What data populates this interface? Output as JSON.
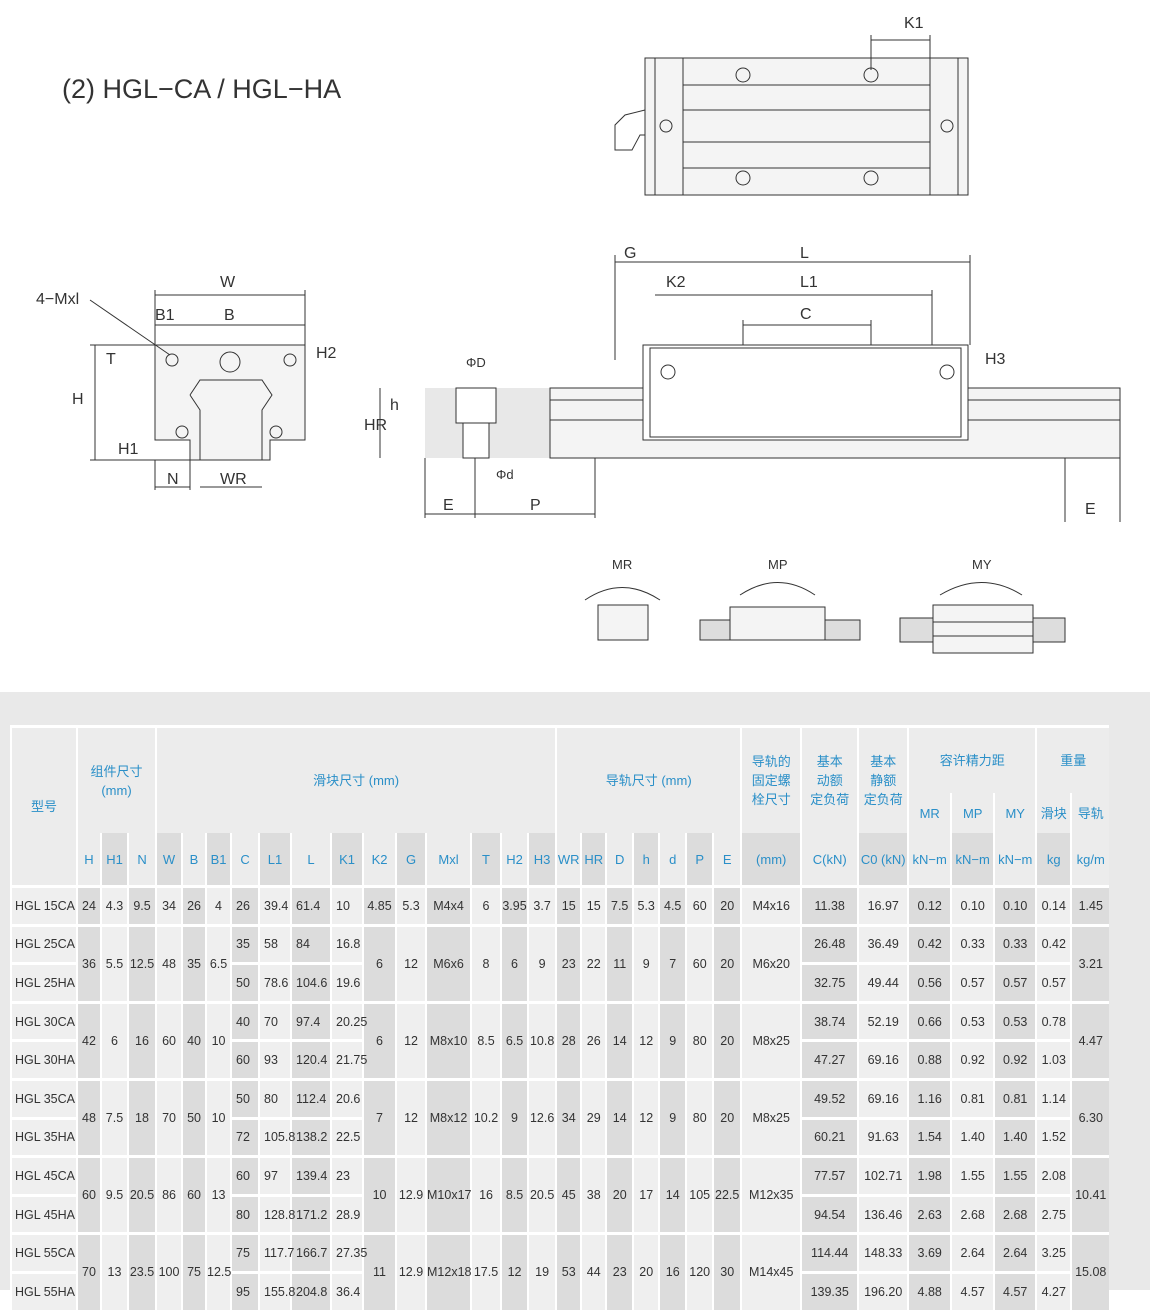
{
  "title": "(2)  HGL−CA / HGL−HA",
  "drawing_labels": {
    "k1": "K1",
    "mxl": "4−Mxl",
    "w": "W",
    "b1": "B1",
    "b": "B",
    "t": "T",
    "h2": "H2",
    "h": "H",
    "h1": "H1",
    "n": "N",
    "wr": "WR",
    "g": "G",
    "l": "L",
    "k2": "K2",
    "l1": "L1",
    "c": "C",
    "h3": "H3",
    "phi_d_big": "ΦD",
    "h_small": "h",
    "hr": "HR",
    "phi_d_small": "Φd",
    "e_left": "E",
    "p": "P",
    "e_right": "E",
    "mr": "MR",
    "mp": "MP",
    "my": "MY"
  },
  "table": {
    "header": {
      "model": "型号",
      "assembly": "组件尺寸\n(mm)",
      "block": "滑块尺寸 (mm)",
      "rail": "导轨尺寸 (mm)",
      "bolt": "导轨的\n固定螺\n栓尺寸",
      "dynamic": "基本\n动额\n定负荷",
      "static": "基本\n静额\n定负荷",
      "moment": "容许精力距",
      "weight": "重量",
      "moment_cols": [
        "MR",
        "MP",
        "MY"
      ],
      "weight_cols": [
        "滑块",
        "导轨"
      ],
      "columns": [
        "H",
        "H1",
        "N",
        "W",
        "B",
        "B1",
        "C",
        "L1",
        "L",
        "K1",
        "K2",
        "G",
        "Mxl",
        "T",
        "H2",
        "H3",
        "WR",
        "HR",
        "D",
        "h",
        "d",
        "P",
        "E",
        "(mm)",
        "C(kN)",
        "C0 (kN)",
        "kN−m",
        "kN−m",
        "kN−m",
        "kg",
        "kg/m"
      ]
    },
    "groups": [
      {
        "shared": {
          "H": "24",
          "H1": "4.3",
          "N": "9.5",
          "W": "34",
          "B": "26",
          "B1": "4",
          "K2": "4.85",
          "G": "5.3",
          "Mxl": "M4x4",
          "T": "6",
          "H2": "3.95",
          "H3": "3.7",
          "WR": "15",
          "HR": "15",
          "D": "7.5",
          "h": "5.3",
          "d": "4.5",
          "P": "60",
          "E": "20",
          "bolt": "M4x16",
          "rail_kg": "1.45"
        },
        "rows": [
          {
            "model": "HGL 15CA",
            "C": "26",
            "L1": "39.4",
            "L": "61.4",
            "K1": "10",
            "Cdyn": "11.38",
            "C0": "16.97",
            "MR": "0.12",
            "MP": "0.10",
            "MY": "0.10",
            "block_kg": "0.14"
          }
        ]
      },
      {
        "shared": {
          "H": "36",
          "H1": "5.5",
          "N": "12.5",
          "W": "48",
          "B": "35",
          "B1": "6.5",
          "K2": "6",
          "G": "12",
          "Mxl": "M6x6",
          "T": "8",
          "H2": "6",
          "H3": "9",
          "WR": "23",
          "HR": "22",
          "D": "11",
          "h": "9",
          "d": "7",
          "P": "60",
          "E": "20",
          "bolt": "M6x20",
          "rail_kg": "3.21"
        },
        "rows": [
          {
            "model": "HGL 25CA",
            "C": "35",
            "L1": "58",
            "L": "84",
            "K1": "16.8",
            "Cdyn": "26.48",
            "C0": "36.49",
            "MR": "0.42",
            "MP": "0.33",
            "MY": "0.33",
            "block_kg": "0.42"
          },
          {
            "model": "HGL 25HA",
            "C": "50",
            "L1": "78.6",
            "L": "104.6",
            "K1": "19.6",
            "Cdyn": "32.75",
            "C0": "49.44",
            "MR": "0.56",
            "MP": "0.57",
            "MY": "0.57",
            "block_kg": "0.57"
          }
        ]
      },
      {
        "shared": {
          "H": "42",
          "H1": "6",
          "N": "16",
          "W": "60",
          "B": "40",
          "B1": "10",
          "K2": "6",
          "G": "12",
          "Mxl": "M8x10",
          "T": "8.5",
          "H2": "6.5",
          "H3": "10.8",
          "WR": "28",
          "HR": "26",
          "D": "14",
          "h": "12",
          "d": "9",
          "P": "80",
          "E": "20",
          "bolt": "M8x25",
          "rail_kg": "4.47"
        },
        "rows": [
          {
            "model": "HGL 30CA",
            "C": "40",
            "L1": "70",
            "L": "97.4",
            "K1": "20.25",
            "Cdyn": "38.74",
            "C0": "52.19",
            "MR": "0.66",
            "MP": "0.53",
            "MY": "0.53",
            "block_kg": "0.78"
          },
          {
            "model": "HGL 30HA",
            "C": "60",
            "L1": "93",
            "L": "120.4",
            "K1": "21.75",
            "Cdyn": "47.27",
            "C0": "69.16",
            "MR": "0.88",
            "MP": "0.92",
            "MY": "0.92",
            "block_kg": "1.03"
          }
        ]
      },
      {
        "shared": {
          "H": "48",
          "H1": "7.5",
          "N": "18",
          "W": "70",
          "B": "50",
          "B1": "10",
          "K2": "7",
          "G": "12",
          "Mxl": "M8x12",
          "T": "10.2",
          "H2": "9",
          "H3": "12.6",
          "WR": "34",
          "HR": "29",
          "D": "14",
          "h": "12",
          "d": "9",
          "P": "80",
          "E": "20",
          "bolt": "M8x25",
          "rail_kg": "6.30"
        },
        "rows": [
          {
            "model": "HGL 35CA",
            "C": "50",
            "L1": "80",
            "L": "112.4",
            "K1": "20.6",
            "Cdyn": "49.52",
            "C0": "69.16",
            "MR": "1.16",
            "MP": "0.81",
            "MY": "0.81",
            "block_kg": "1.14"
          },
          {
            "model": "HGL 35HA",
            "C": "72",
            "L1": "105.8",
            "L": "138.2",
            "K1": "22.5",
            "Cdyn": "60.21",
            "C0": "91.63",
            "MR": "1.54",
            "MP": "1.40",
            "MY": "1.40",
            "block_kg": "1.52"
          }
        ]
      },
      {
        "shared": {
          "H": "60",
          "H1": "9.5",
          "N": "20.5",
          "W": "86",
          "B": "60",
          "B1": "13",
          "K2": "10",
          "G": "12.9",
          "Mxl": "M10x17",
          "T": "16",
          "H2": "8.5",
          "H3": "20.5",
          "WR": "45",
          "HR": "38",
          "D": "20",
          "h": "17",
          "d": "14",
          "P": "105",
          "E": "22.5",
          "bolt": "M12x35",
          "rail_kg": "10.41"
        },
        "rows": [
          {
            "model": "HGL 45CA",
            "C": "60",
            "L1": "97",
            "L": "139.4",
            "K1": "23",
            "Cdyn": "77.57",
            "C0": "102.71",
            "MR": "1.98",
            "MP": "1.55",
            "MY": "1.55",
            "block_kg": "2.08"
          },
          {
            "model": "HGL 45HA",
            "C": "80",
            "L1": "128.8",
            "L": "171.2",
            "K1": "28.9",
            "Cdyn": "94.54",
            "C0": "136.46",
            "MR": "2.63",
            "MP": "2.68",
            "MY": "2.68",
            "block_kg": "2.75"
          }
        ]
      },
      {
        "shared": {
          "H": "70",
          "H1": "13",
          "N": "23.5",
          "W": "100",
          "B": "75",
          "B1": "12.5",
          "K2": "11",
          "G": "12.9",
          "Mxl": "M12x18",
          "T": "17.5",
          "H2": "12",
          "H3": "19",
          "WR": "53",
          "HR": "44",
          "D": "23",
          "h": "20",
          "d": "16",
          "P": "120",
          "E": "30",
          "bolt": "M14x45",
          "rail_kg": "15.08"
        },
        "rows": [
          {
            "model": "HGL 55CA",
            "C": "75",
            "L1": "117.7",
            "L": "166.7",
            "K1": "27.35",
            "Cdyn": "114.44",
            "C0": "148.33",
            "MR": "3.69",
            "MP": "2.64",
            "MY": "2.64",
            "block_kg": "3.25"
          },
          {
            "model": "HGL 55HA",
            "C": "95",
            "L1": "155.8",
            "L": "204.8",
            "K1": "36.4",
            "Cdyn": "139.35",
            "C0": "196.20",
            "MR": "4.88",
            "MP": "4.57",
            "MY": "4.57",
            "block_kg": "4.27"
          }
        ]
      }
    ]
  }
}
